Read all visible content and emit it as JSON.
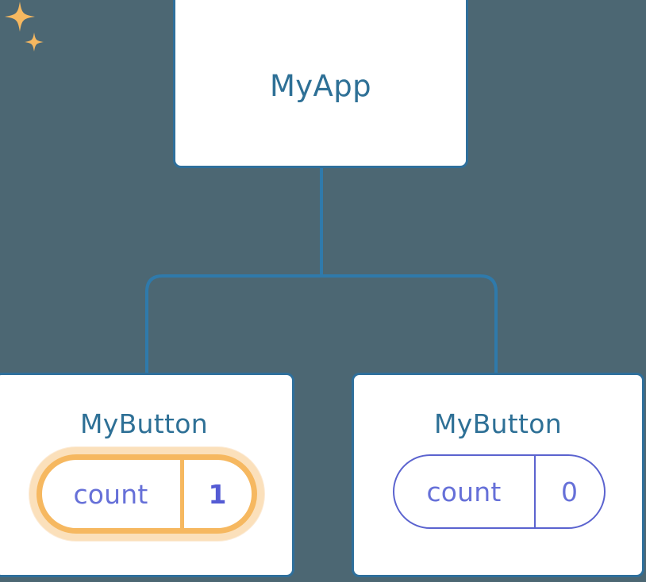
{
  "diagram": {
    "title": "Component tree with reactive state update",
    "background_color": "#4c6773",
    "node_border_color": "#2f6f9b",
    "node_title_color": "#2e7096",
    "connector_color": "#2f7aab",
    "state_color": "#6670d8",
    "highlight_color": "#f6b860",
    "highlight_glow_color": "#fbe0bb"
  },
  "root": {
    "label": "MyApp"
  },
  "children": [
    {
      "label": "MyButton",
      "state": {
        "key": "count",
        "value": "1"
      },
      "highlighted": true,
      "sparkle_icons": [
        "sparkle-large-icon",
        "sparkle-small-icon"
      ]
    },
    {
      "label": "MyButton",
      "state": {
        "key": "count",
        "value": "0"
      },
      "highlighted": false
    }
  ]
}
